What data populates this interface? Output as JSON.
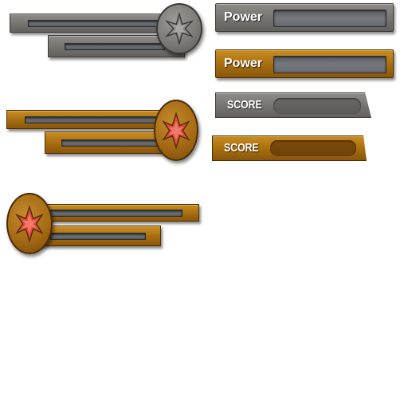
{
  "sheet": {
    "bars": [
      {
        "label": "Power",
        "style": "stone"
      },
      {
        "label": "Power",
        "style": "wood"
      },
      {
        "label": "SCORE",
        "style": "stone"
      },
      {
        "label": "SCORE",
        "style": "wood"
      }
    ],
    "medallion_bars": [
      {
        "style": "stone",
        "gem": "grey-star"
      },
      {
        "style": "wood",
        "gem": "red-star"
      },
      {
        "style": "wood",
        "gem": "red-star",
        "mirrored": true
      }
    ]
  },
  "colors": {
    "stone": "#75736f",
    "wood": "#a66d0f",
    "slot": "#5e6267",
    "gem_red": "#e24a3c",
    "gem_grey": "#8a8884"
  }
}
